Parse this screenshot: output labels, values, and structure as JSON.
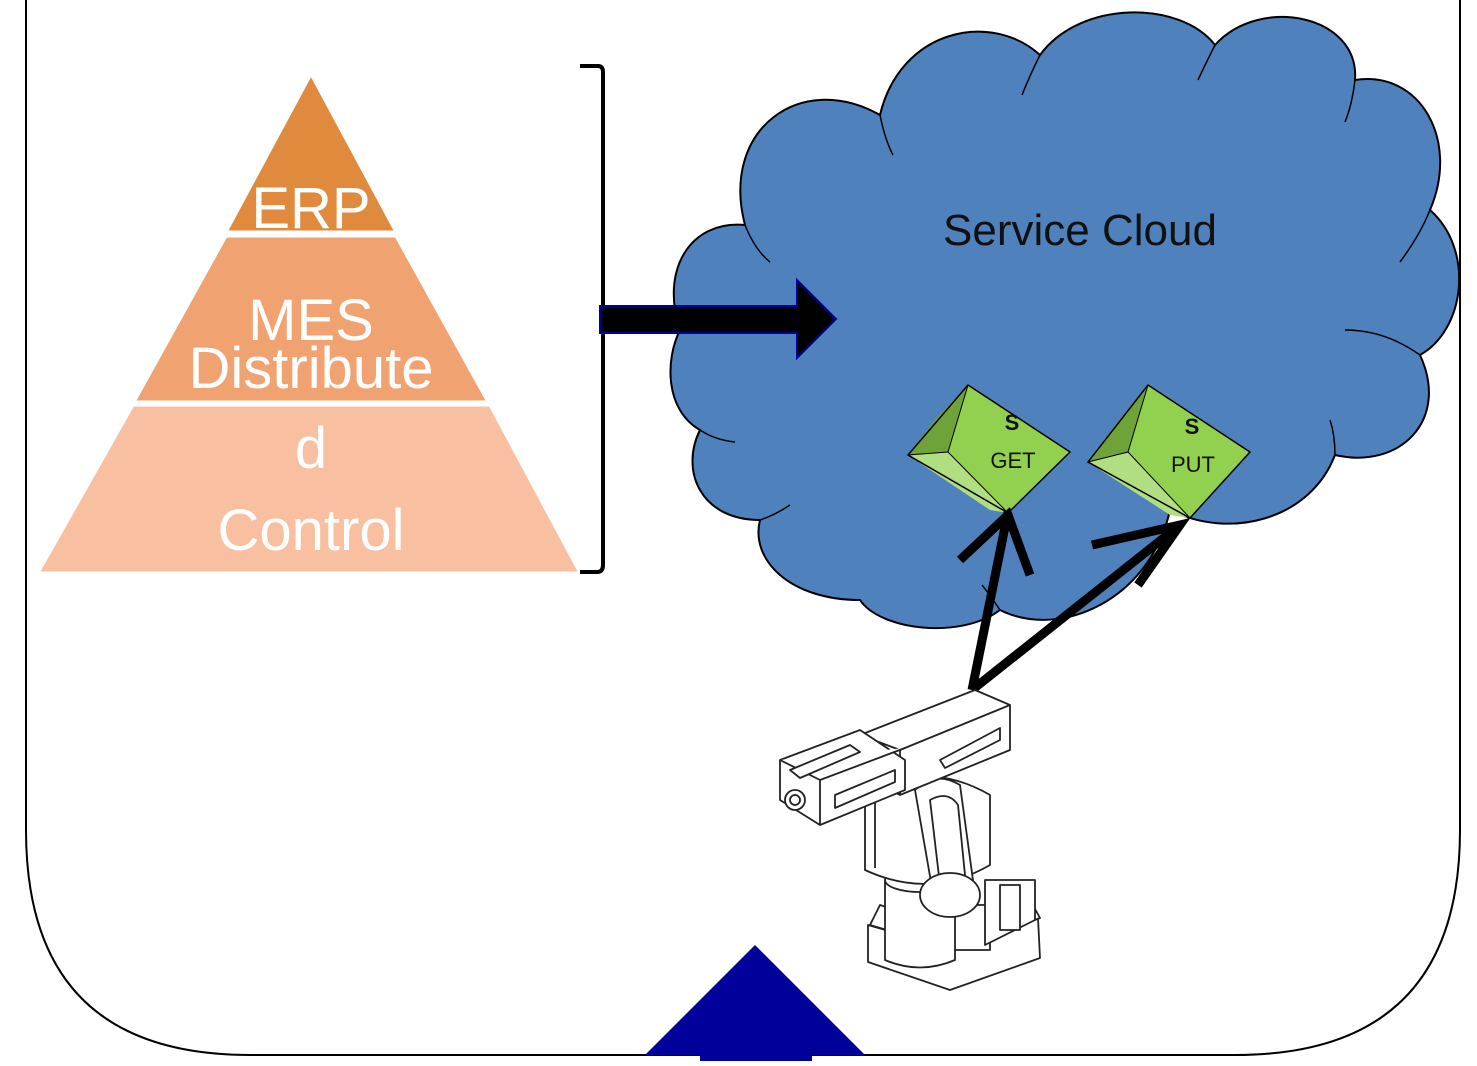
{
  "pyramid": {
    "levels": [
      {
        "lines": [
          "ERP"
        ],
        "color": "#e08a3e"
      },
      {
        "lines": [
          "MES"
        ],
        "color": "#f0a371"
      },
      {
        "lines": [
          "Distribute",
          "d",
          "Control"
        ],
        "color": "#f8c0a0"
      }
    ]
  },
  "cloud": {
    "label": "Service Cloud",
    "fill": "#4f81bd"
  },
  "services": [
    {
      "badge": "S",
      "label": "GET"
    },
    {
      "badge": "S",
      "label": "PUT"
    }
  ],
  "colors": {
    "cube_top": "#92d050",
    "cube_left": "#6ea33a",
    "cube_bottom": "#b2de82",
    "arrow_black": "#000000",
    "arrow_blue": "#00009a"
  }
}
